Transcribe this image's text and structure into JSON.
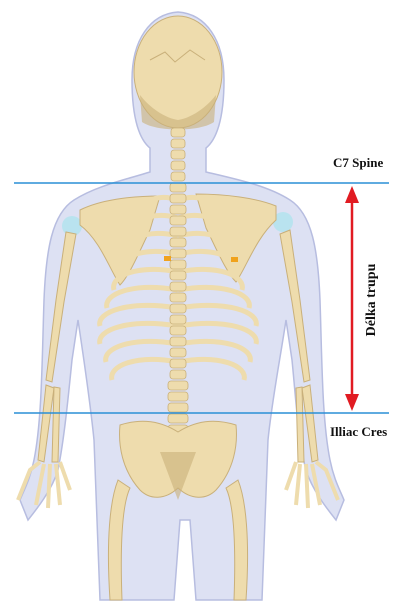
{
  "labels": {
    "top_line": "C7 Spine",
    "bottom_line": "Illiac Cres",
    "measure": "Délka trupu"
  },
  "colors": {
    "line": "#2a8fd6",
    "arrow": "#e11b22",
    "body_fill": "#dde1f3",
    "body_outline": "#b7bde0",
    "bone": "#eedcad",
    "bone_dark": "#c9b07a",
    "joint": "#b9e3ef",
    "marker": "#f0a21c"
  }
}
